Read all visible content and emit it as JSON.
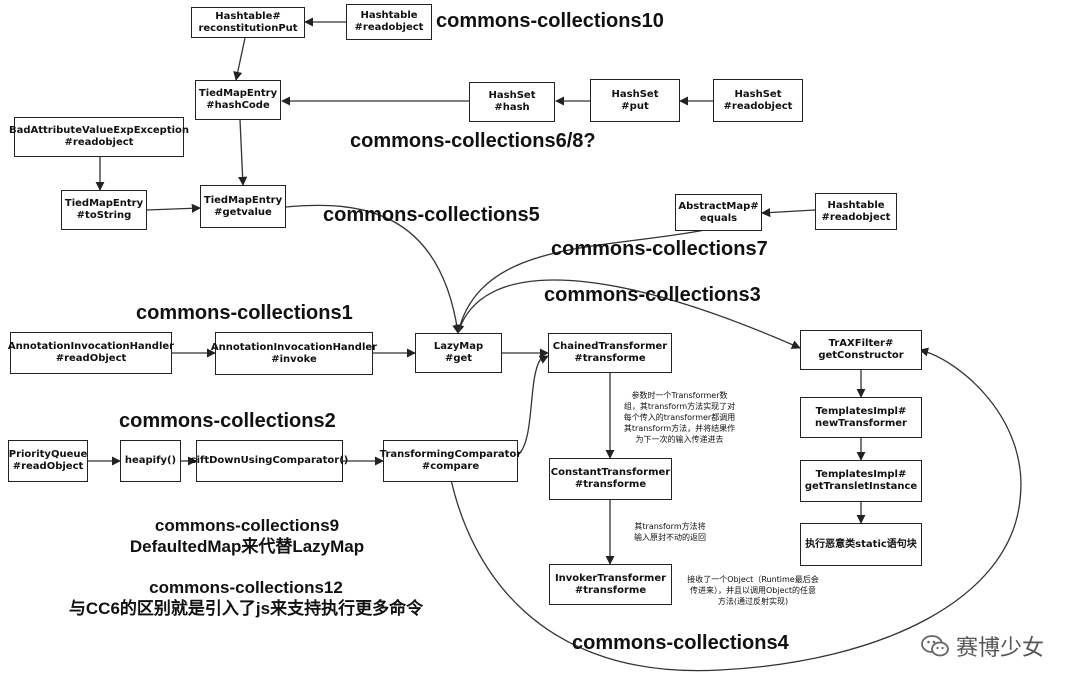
{
  "boxes": {
    "hashtable_reconstitution": [
      "Hashtable#",
      "reconstitutionPut"
    ],
    "hashtable_readobject_top": [
      "Hashtable",
      "#readobject"
    ],
    "tiedmapentry_hashcode": [
      "TiedMapEntry",
      "#hashCode"
    ],
    "hashset_hash": [
      "HashSet",
      "#hash"
    ],
    "hashset_put": [
      "HashSet",
      "#put"
    ],
    "hashset_readobject": [
      "HashSet",
      "#readobject"
    ],
    "badattr": [
      "BadAttributeValueExpException",
      "#readobject"
    ],
    "tiedmapentry_tostring": [
      "TiedMapEntry",
      "#toString"
    ],
    "tiedmapentry_getvalue": [
      "TiedMapEntry",
      "#getvalue"
    ],
    "abstractmap_equals": [
      "AbstractMap#",
      "equals"
    ],
    "hashtable_readobject_right": [
      "Hashtable",
      "#readobject"
    ],
    "annotation_readobject": [
      "AnnotationInvocationHandler",
      "#readObject"
    ],
    "annotation_invoke": [
      "AnnotationInvocationHandler",
      "#invoke"
    ],
    "lazymap_get": [
      "LazyMap",
      "#get"
    ],
    "chained_transformer": [
      "ChainedTransformer",
      "#transforme"
    ],
    "trax_filter": [
      "TrAXFilter#",
      "getConstructor"
    ],
    "templates_newtransformer": [
      "TemplatesImpl#",
      "newTransformer"
    ],
    "templates_gettranslet": [
      "TemplatesImpl#",
      "getTransletInstance"
    ],
    "static_block": [
      "执行恶意类static语句块"
    ],
    "priority_queue": [
      "PriorityQueue",
      "#readObject"
    ],
    "heapify": [
      "heapify()"
    ],
    "siftdown": [
      "siftDownUsingComparator()"
    ],
    "transforming_comparator": [
      "TransformingComparator",
      "#compare"
    ],
    "constant_transformer": [
      "ConstantTransformer",
      "#transforme"
    ],
    "invoker_transformer": [
      "InvokerTransformer",
      "#transforme"
    ]
  },
  "labels": {
    "cc10": "commons-collections10",
    "cc6_8": "commons-collections6/8?",
    "cc5": "commons-collections5",
    "cc7": "commons-collections7",
    "cc3": "commons-collections3",
    "cc1": "commons-collections1",
    "cc2": "commons-collections2",
    "cc9_line1": "commons-collections9",
    "cc9_line2": "DefaultedMap来代替LazyMap",
    "cc12_line1": "commons-collections12",
    "cc12_line2": "与CC6的区别就是引入了js来支持执行更多命令",
    "cc4": "commons-collections4"
  },
  "notes": {
    "chained": [
      "参数时一个Transformer数",
      "组，其transform方法实现了对",
      "每个传入的transformer都调用",
      "其transform方法，并将结果作",
      "为下一次的输入传递进去"
    ],
    "constant": [
      "其transform方法将",
      "输入原封不动的返回"
    ],
    "invoker": [
      "接收了一个Object（Runtime最后会",
      "传进来），并且以调用Object的任意",
      "方法(通过反射实现)"
    ]
  },
  "brand": {
    "text": "赛博少女",
    "icon": "wechat-icon"
  }
}
